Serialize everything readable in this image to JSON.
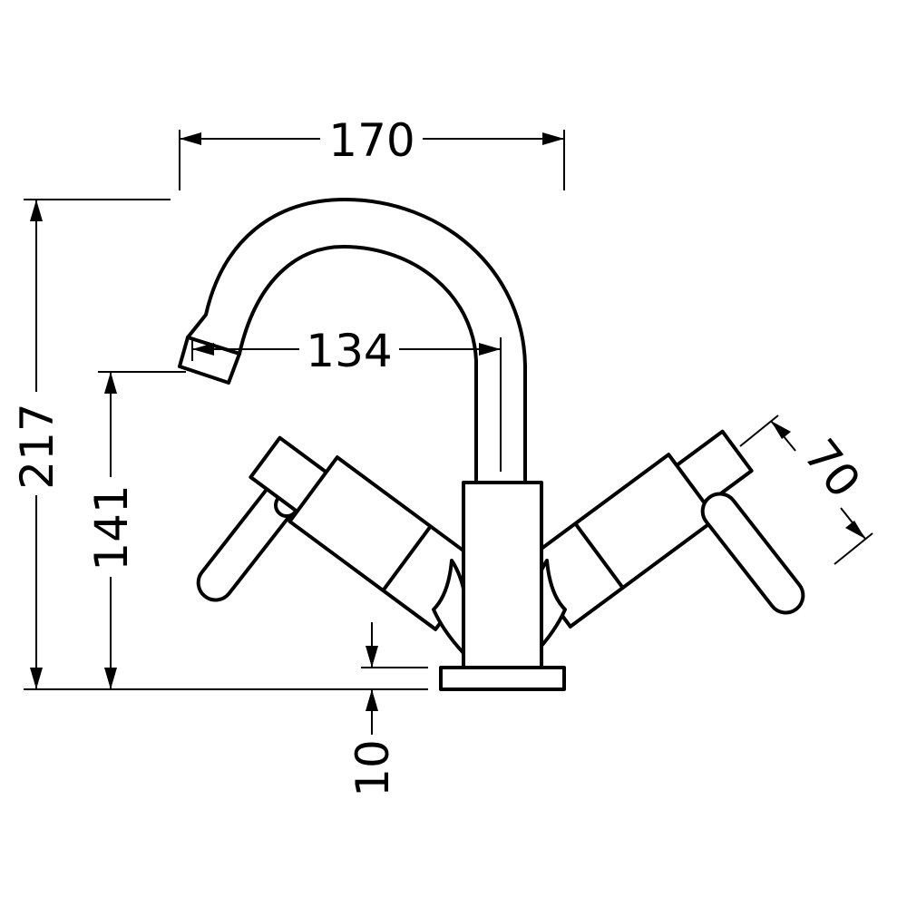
{
  "dimensions": {
    "overall_width": "170",
    "spout_reach": "134",
    "overall_height": "217",
    "spout_height": "141",
    "base_thickness": "10",
    "handle_length": "70"
  },
  "colors": {
    "line": "#000000",
    "background": "#ffffff"
  }
}
